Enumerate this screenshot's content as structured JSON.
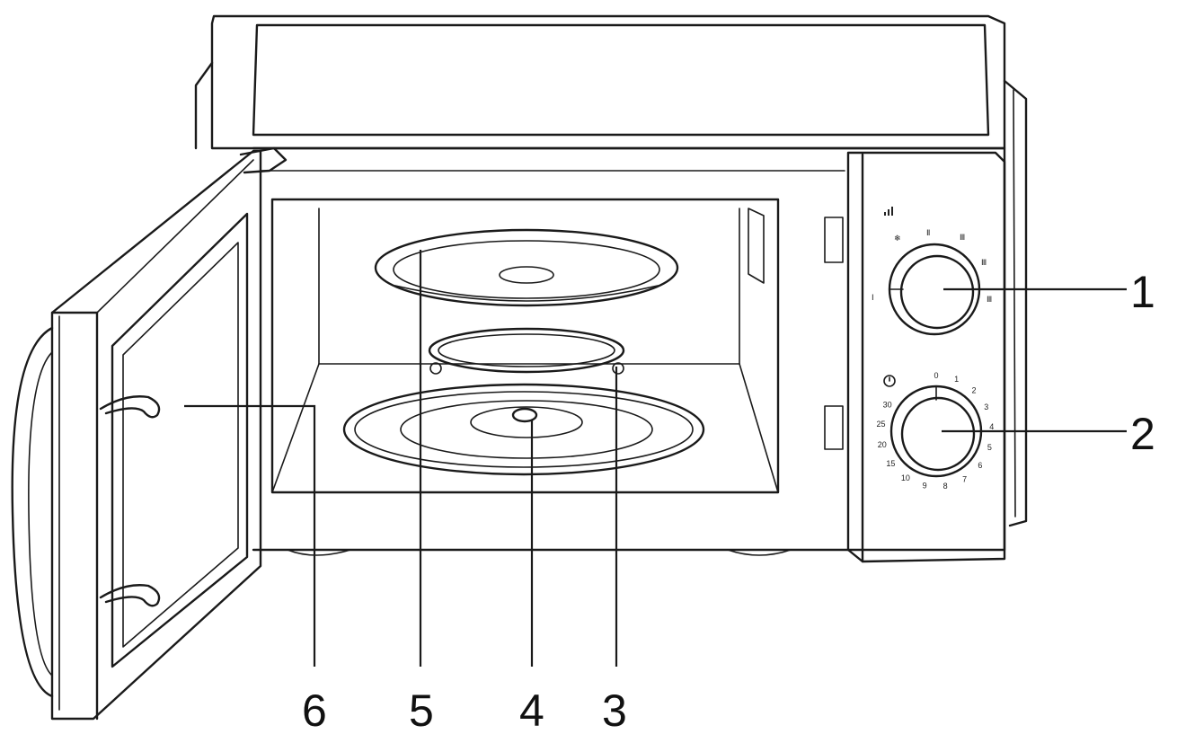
{
  "callouts": [
    {
      "label": "1",
      "part": "power-knob"
    },
    {
      "label": "2",
      "part": "timer-knob"
    },
    {
      "label": "3",
      "part": "roller-ring"
    },
    {
      "label": "4",
      "part": "turntable-shaft"
    },
    {
      "label": "5",
      "part": "glass-tray"
    },
    {
      "label": "6",
      "part": "door-window"
    }
  ],
  "timer_dial_marks": [
    "0",
    "1",
    "2",
    "3",
    "4",
    "5",
    "6",
    "7",
    "8",
    "9",
    "10",
    "15",
    "20",
    "25",
    "30"
  ],
  "icons": [
    "power-level-icon",
    "defrost-icon",
    "clock-icon"
  ],
  "colors": {
    "line": "#1a1a1a",
    "background": "#ffffff"
  }
}
